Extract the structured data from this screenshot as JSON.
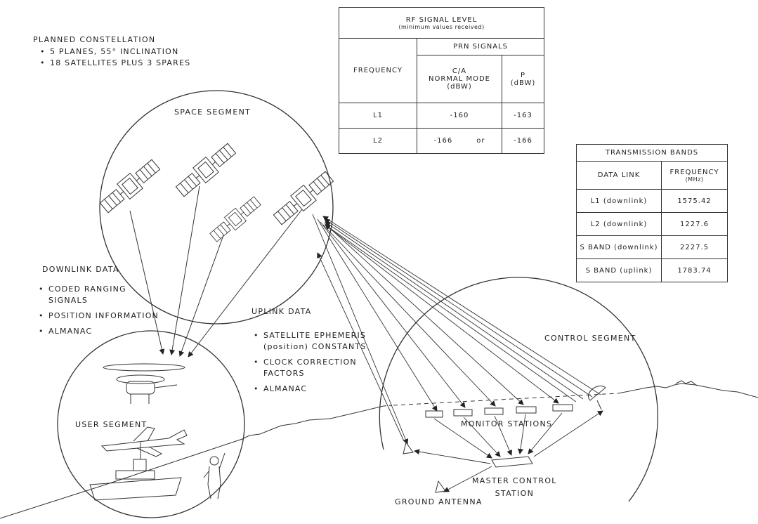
{
  "constellation": {
    "title": "PLANNED CONSTELLATION",
    "items": [
      "5 PLANES, 55° INCLINATION",
      "18 SATELLITES PLUS 3 SPARES"
    ]
  },
  "signal_table": {
    "title": "RF SIGNAL LEVEL",
    "subtitle": "(minimum values received)",
    "prn_header": "PRN SIGNALS",
    "freq_header": "FREQUENCY",
    "ca_header_1": "C/A",
    "ca_header_2": "NORMAL MODE",
    "ca_header_3": "(dBW)",
    "p_header_1": "P",
    "p_header_2": "(dBW)",
    "rows": [
      {
        "freq": "L1",
        "ca": "-160",
        "or": "",
        "p": "-163"
      },
      {
        "freq": "L2",
        "ca": "-166",
        "or": "or",
        "p": "-166"
      }
    ]
  },
  "bands_table": {
    "title": "TRANSMISSION BANDS",
    "col1": "DATA LINK",
    "col2_1": "FREQUENCY",
    "col2_2": "(MHz)",
    "rows": [
      {
        "link": "L1 (downlink)",
        "freq": "1575.42"
      },
      {
        "link": "L2 (downlink)",
        "freq": "1227.6"
      },
      {
        "link": "S BAND (downlink)",
        "freq": "2227.5"
      },
      {
        "link": "S BAND (uplink)",
        "freq": "1783.74"
      }
    ]
  },
  "space_segment": {
    "label": "SPACE SEGMENT"
  },
  "downlink": {
    "title": "DOWNLINK DATA",
    "items": [
      "CODED RANGING\nSIGNALS",
      "POSITION INFORMATION",
      "ALMANAC"
    ]
  },
  "uplink": {
    "title": "UPLINK DATA",
    "items": [
      "SATELLITE EPHEMERIS\n(position) CONSTANTS",
      "CLOCK CORRECTION\nFACTORS",
      "ALMANAC"
    ]
  },
  "control_segment": {
    "label": "CONTROL SEGMENT"
  },
  "user_segment": {
    "label": "USER SEGMENT"
  },
  "monitor_stations": {
    "label": "MONITOR STATIONS"
  },
  "master_control": {
    "label_1": "MASTER CONTROL",
    "label_2": "STATION"
  },
  "ground_antenna": {
    "label": "GROUND ANTENNA"
  }
}
